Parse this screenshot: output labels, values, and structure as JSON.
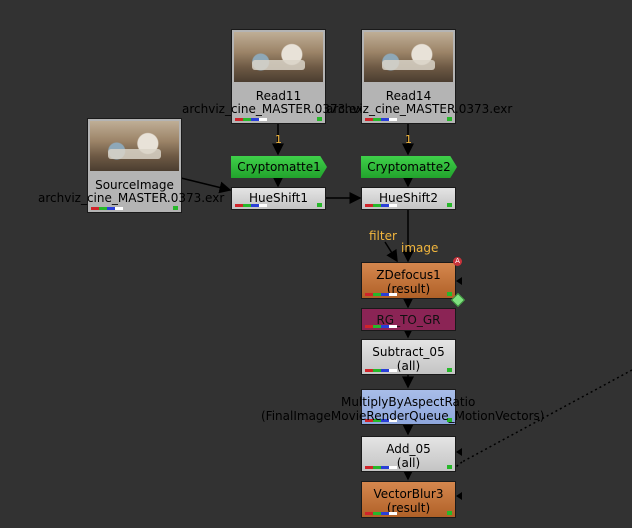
{
  "graph": {
    "nodes": {
      "read11": {
        "name": "Read11",
        "file": "archviz_cine_MASTER.0373.exr"
      },
      "read14": {
        "name": "Read14",
        "file": "archviz_cine_MASTER.0373.exr"
      },
      "source_image": {
        "name": "SourceImage",
        "file": "archviz_cine_MASTER.0373.exr"
      },
      "cryptomatte1": {
        "name": "Cryptomatte1"
      },
      "cryptomatte2": {
        "name": "Cryptomatte2"
      },
      "hueshift1": {
        "name": "HueShift1"
      },
      "hueshift2": {
        "name": "HueShift2"
      },
      "zdefocus1": {
        "name": "ZDefocus1",
        "sub": "(result)"
      },
      "rg_to_gr": {
        "name": "RG_TO_GR"
      },
      "subtract_05": {
        "name": "Subtract_05",
        "sub": "(all)"
      },
      "multiply": {
        "name": "MultiplyByAspectRatio",
        "sub": "(FinalImageMovieRenderQueue_MotionVectors)"
      },
      "add_05": {
        "name": "Add_05",
        "sub": "(all)"
      },
      "vectorblur3": {
        "name": "VectorBlur3",
        "sub": "(result)"
      }
    },
    "input_labels": {
      "filter": "filter",
      "image": "image"
    },
    "pipe_numbers": {
      "read11": "1",
      "read14": "1"
    },
    "warn_icon_text": "A"
  },
  "colors": {
    "background": "#323232",
    "cryptomatte": "#2cb836",
    "zdefocus": "#c87a40",
    "rg_to_gr": "#8b2455",
    "multiply": "#9cb2e4",
    "gray_node": "#d4d4d4",
    "wire": "#000000"
  }
}
